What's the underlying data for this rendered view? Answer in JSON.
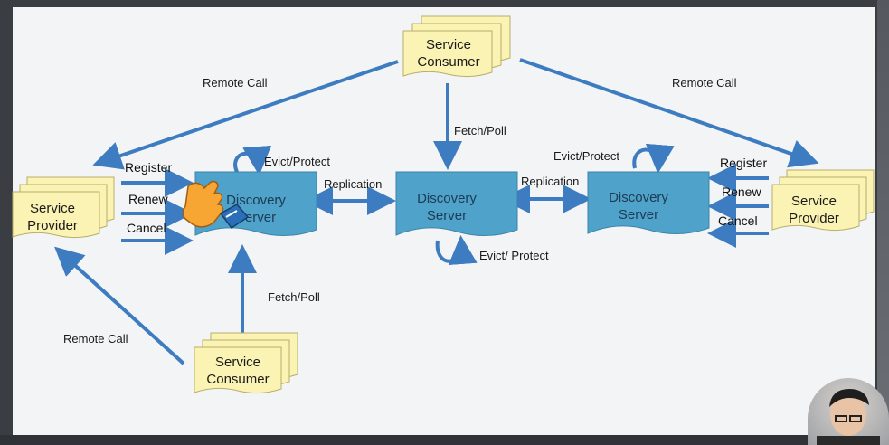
{
  "nodes": {
    "consumer_top": {
      "line1": "Service",
      "line2": "Consumer"
    },
    "consumer_bottom": {
      "line1": "Service",
      "line2": "Consumer"
    },
    "provider_left": {
      "line1": "Service",
      "line2": "Provider"
    },
    "provider_right": {
      "line1": "Service",
      "line2": "Provider"
    },
    "server_left": {
      "line1": "Discovery",
      "line2": "Server"
    },
    "server_center": {
      "line1": "Discovery",
      "line2": "Server"
    },
    "server_right": {
      "line1": "Discovery",
      "line2": "Server"
    }
  },
  "edges": {
    "remote_call_top_left": "Remote Call",
    "remote_call_top_right": "Remote Call",
    "remote_call_bottom": "Remote Call",
    "fetch_poll_top": "Fetch/Poll",
    "fetch_poll_bottom": "Fetch/Poll",
    "replication_left": "Replication",
    "replication_right": "Replication",
    "evict_left": "Evict/Protect",
    "evict_center": "Evict/ Protect",
    "evict_right": "Evict/Protect",
    "register_left": "Register",
    "renew_left": "Renew",
    "cancel_left": "Cancel",
    "register_right": "Register",
    "renew_right": "Renew",
    "cancel_right": "Cancel"
  },
  "colors": {
    "server_fill": "#4fa2c9",
    "doc_fill": "#fbf3b3",
    "arrow": "#3d7cc0"
  },
  "icons": {
    "cursor": "pointing-hand-icon"
  }
}
